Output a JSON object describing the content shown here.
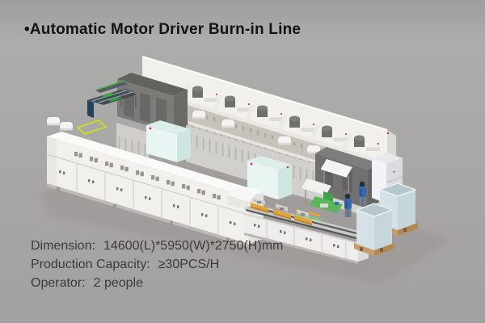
{
  "slide": {
    "title": "•Automatic Motor Driver Burn-in Line",
    "specs": [
      {
        "label": "Dimension:",
        "value": "14600(L)*5950(W)*2750(H)mm"
      },
      {
        "label": "Production Capacity:",
        "value": "≥30PCS/H"
      },
      {
        "label": "Operator:",
        "value": "2 people"
      }
    ]
  },
  "illustration": {
    "description": "Isometric 3D render of an automatic motor driver burn-in production line with tunnel oven, exhaust cabinets, work cells, two operators, outfeed conveyor and pallet bins",
    "colors": {
      "background": "#a8a6a4",
      "machine_white": "#f1f0ed",
      "back_wall_white": "#f2f0eb",
      "cabinet_tan": "#c7c3bb",
      "cabinet_gray": "#d2d0cc",
      "dark_block": "#7b7b78",
      "mint": "#e9f5f2",
      "green_cell": "#5cb75c",
      "worker_blue": "#3767ae",
      "bin_blue": "#d4e1e7",
      "pallet_wood": "#c79e67",
      "carrier_yellow": "#e2a23c",
      "safety_yellow_green": "#c4d92f",
      "status_magenta": "#e0218a"
    }
  }
}
